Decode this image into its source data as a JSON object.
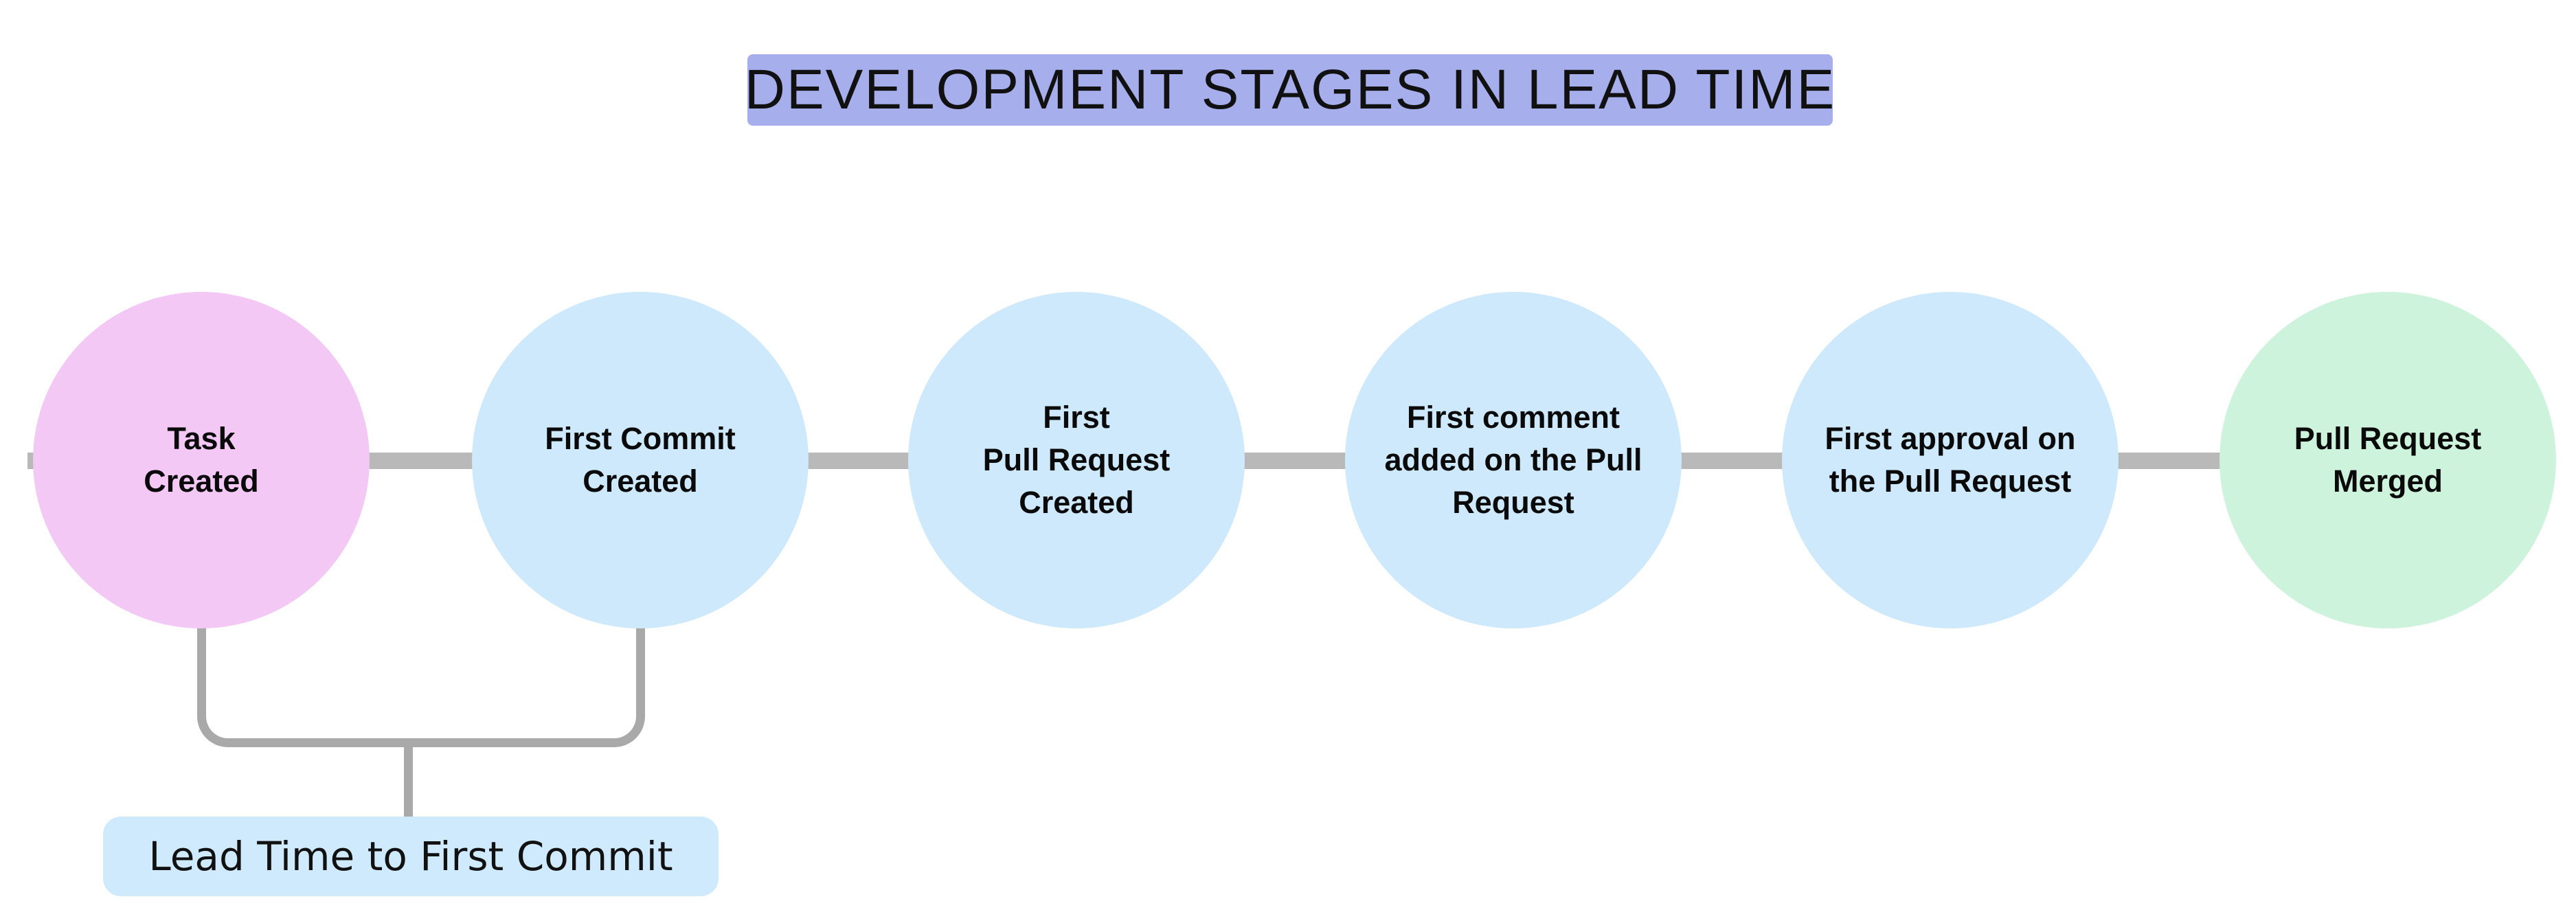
{
  "title": "DEVELOPMENT STAGES IN LEAD TIME",
  "stages": [
    {
      "id": "task-created",
      "label": "Task Created",
      "lines": [
        "Task",
        "Created"
      ],
      "color": "#f3c8f5"
    },
    {
      "id": "first-commit-created",
      "label": "First Commit Created",
      "lines": [
        "First Commit",
        "Created"
      ],
      "color": "#cde9fb"
    },
    {
      "id": "first-pull-request-created",
      "label": "First Pull Request Created",
      "lines": [
        "First",
        "Pull Request",
        "Created"
      ],
      "color": "#cde9fb"
    },
    {
      "id": "first-comment-added",
      "label": "First comment added on the Pull Request",
      "lines": [
        "First comment",
        "added on the Pull",
        "Request"
      ],
      "color": "#cde9fb"
    },
    {
      "id": "first-approval",
      "label": "First approval on the Pull Request",
      "lines": [
        "First approval on",
        "the Pull Request"
      ],
      "color": "#cde9fb"
    },
    {
      "id": "pull-request-merged",
      "label": "Pull Request Merged",
      "lines": [
        "Pull Request",
        "Merged"
      ],
      "color": "#cdf3dd"
    }
  ],
  "annotation": {
    "label": "Lead Time to First Commit"
  },
  "colors": {
    "background": "#ffffff",
    "title_bg": "#a6aeeb",
    "title_text": "#111111",
    "stage_text": "#0a0a0a",
    "connector": "#b9b9b9",
    "bracket": "#a9a9a9",
    "annotation_bg": "#cfeafc",
    "annotation_text": "#111111"
  }
}
